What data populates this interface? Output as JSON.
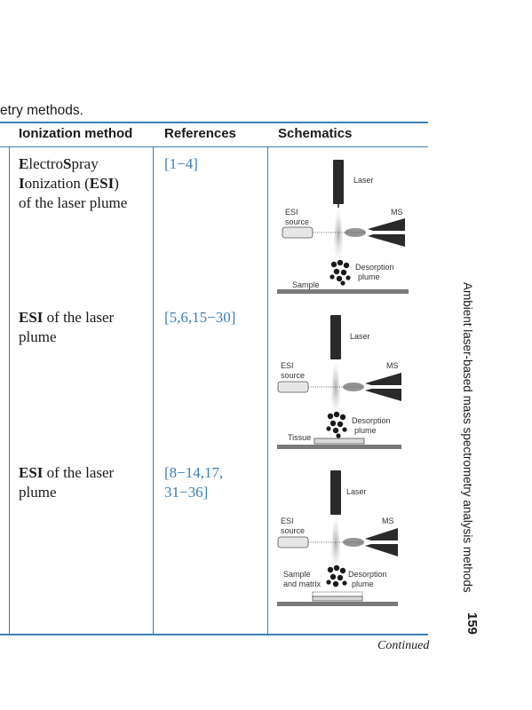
{
  "caption": "etry methods.",
  "table": {
    "headers": {
      "ionization_method": "Ionization method",
      "references": "References",
      "schematics": "Schematics"
    },
    "rows": [
      {
        "method_lines": [
          [
            {
              "b": "E"
            },
            {
              "t": "lectro"
            },
            {
              "b": "S"
            },
            {
              "t": "pray"
            }
          ],
          [
            {
              "b": "I"
            },
            {
              "t": "onization ("
            },
            {
              "b": "ESI"
            },
            {
              "t": ")"
            }
          ],
          [
            {
              "t": "of the laser plume"
            }
          ]
        ],
        "references": [
          "[1−4]"
        ],
        "schematic": {
          "laser": "Laser",
          "esi_source": [
            "ESI",
            "source"
          ],
          "ms": "MS",
          "desorption": [
            "Desorption",
            "plume"
          ],
          "sample": "Sample"
        }
      },
      {
        "method_lines": [
          [
            {
              "b": "ESI"
            },
            {
              "t": " of the laser"
            }
          ],
          [
            {
              "t": "plume"
            }
          ]
        ],
        "references": [
          "[5,6,15−30]"
        ],
        "schematic": {
          "laser": "Laser",
          "esi_source": [
            "ESI",
            "source"
          ],
          "ms": "MS",
          "desorption": [
            "Desorption",
            "plume"
          ],
          "sample": "Tissue"
        }
      },
      {
        "method_lines": [
          [
            {
              "b": "ESI"
            },
            {
              "t": " of the laser"
            }
          ],
          [
            {
              "t": "plume"
            }
          ]
        ],
        "references": [
          "[8−14,17,",
          "31−36]"
        ],
        "schematic": {
          "laser": "Laser",
          "esi_source": [
            "ESI",
            "source"
          ],
          "ms": "MS",
          "desorption": [
            "Desorption",
            "plume"
          ],
          "sample": [
            "Sample",
            "and matrix"
          ]
        }
      }
    ]
  },
  "continued": "Continued",
  "running_head": "Ambient laser-based mass spectrometry analysis methods",
  "page_number": "159",
  "colors": {
    "rule": "#3d7fb5",
    "reference_link": "#3d7fb5",
    "laser_body": "#2a2a2a",
    "stage": "#7a7a7a"
  }
}
